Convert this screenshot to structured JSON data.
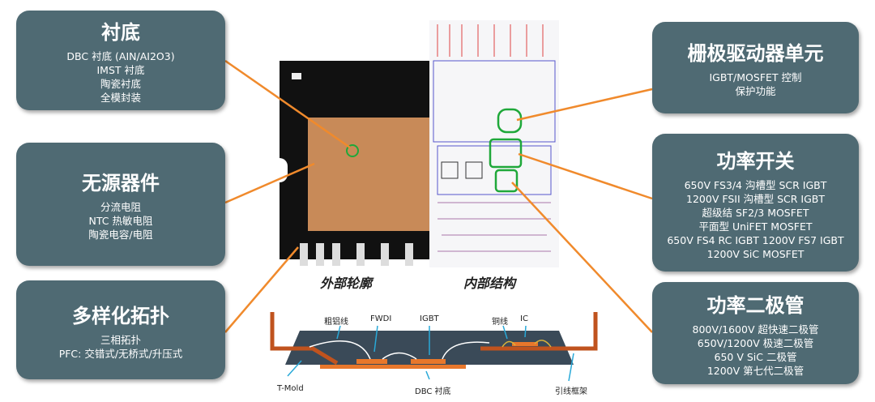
{
  "boxes": {
    "substrate": {
      "title": "衬底",
      "lines": [
        "DBC 衬底 (AIN/AI2O3)",
        "IMST 衬底",
        "陶瓷衬底",
        "全模封装"
      ]
    },
    "passive": {
      "title": "无源器件",
      "lines": [
        "分流电阻",
        "NTC 热敏电阻",
        "陶瓷电容/电阻"
      ]
    },
    "topology": {
      "title": "多样化拓扑",
      "lines": [
        "三相拓扑",
        "PFC: 交错式/无桥式/升压式"
      ]
    },
    "gate": {
      "title": "栅极驱动器单元",
      "lines": [
        "IGBT/MOSFET 控制",
        "保护功能"
      ]
    },
    "switch": {
      "title": "功率开关",
      "lines": [
        "650V FS3/4 沟槽型 SCR IGBT",
        "1200V FSII 沟槽型 SCR IGBT",
        "超级结 SF2/3 MOSFET",
        "平面型 UniFET MOSFET",
        "650V FS4 RC IGBT 1200V FS7 IGBT",
        "1200V SiC MOSFET"
      ]
    },
    "diode": {
      "title": "功率二极管",
      "lines": [
        "800V/1600V 超快速二极管",
        "650V/1200V 极速二极管",
        "650 V SiC 二极管",
        "1200V 第七代二极管"
      ]
    }
  },
  "captions": {
    "outer": "外部轮廓",
    "inner": "内部结构"
  },
  "cross_section": {
    "al_wire": "粗铝线",
    "fwdi": "FWDI",
    "igbt": "IGBT",
    "cu_wire": "铜线",
    "ic": "IC",
    "tmold": "T-Mold",
    "dbc": "DBC 衬底",
    "leadframe": "引线框架"
  },
  "colors": {
    "box": "#4f6a73",
    "accent": "#f08a2c",
    "green": "#1fa83a"
  }
}
